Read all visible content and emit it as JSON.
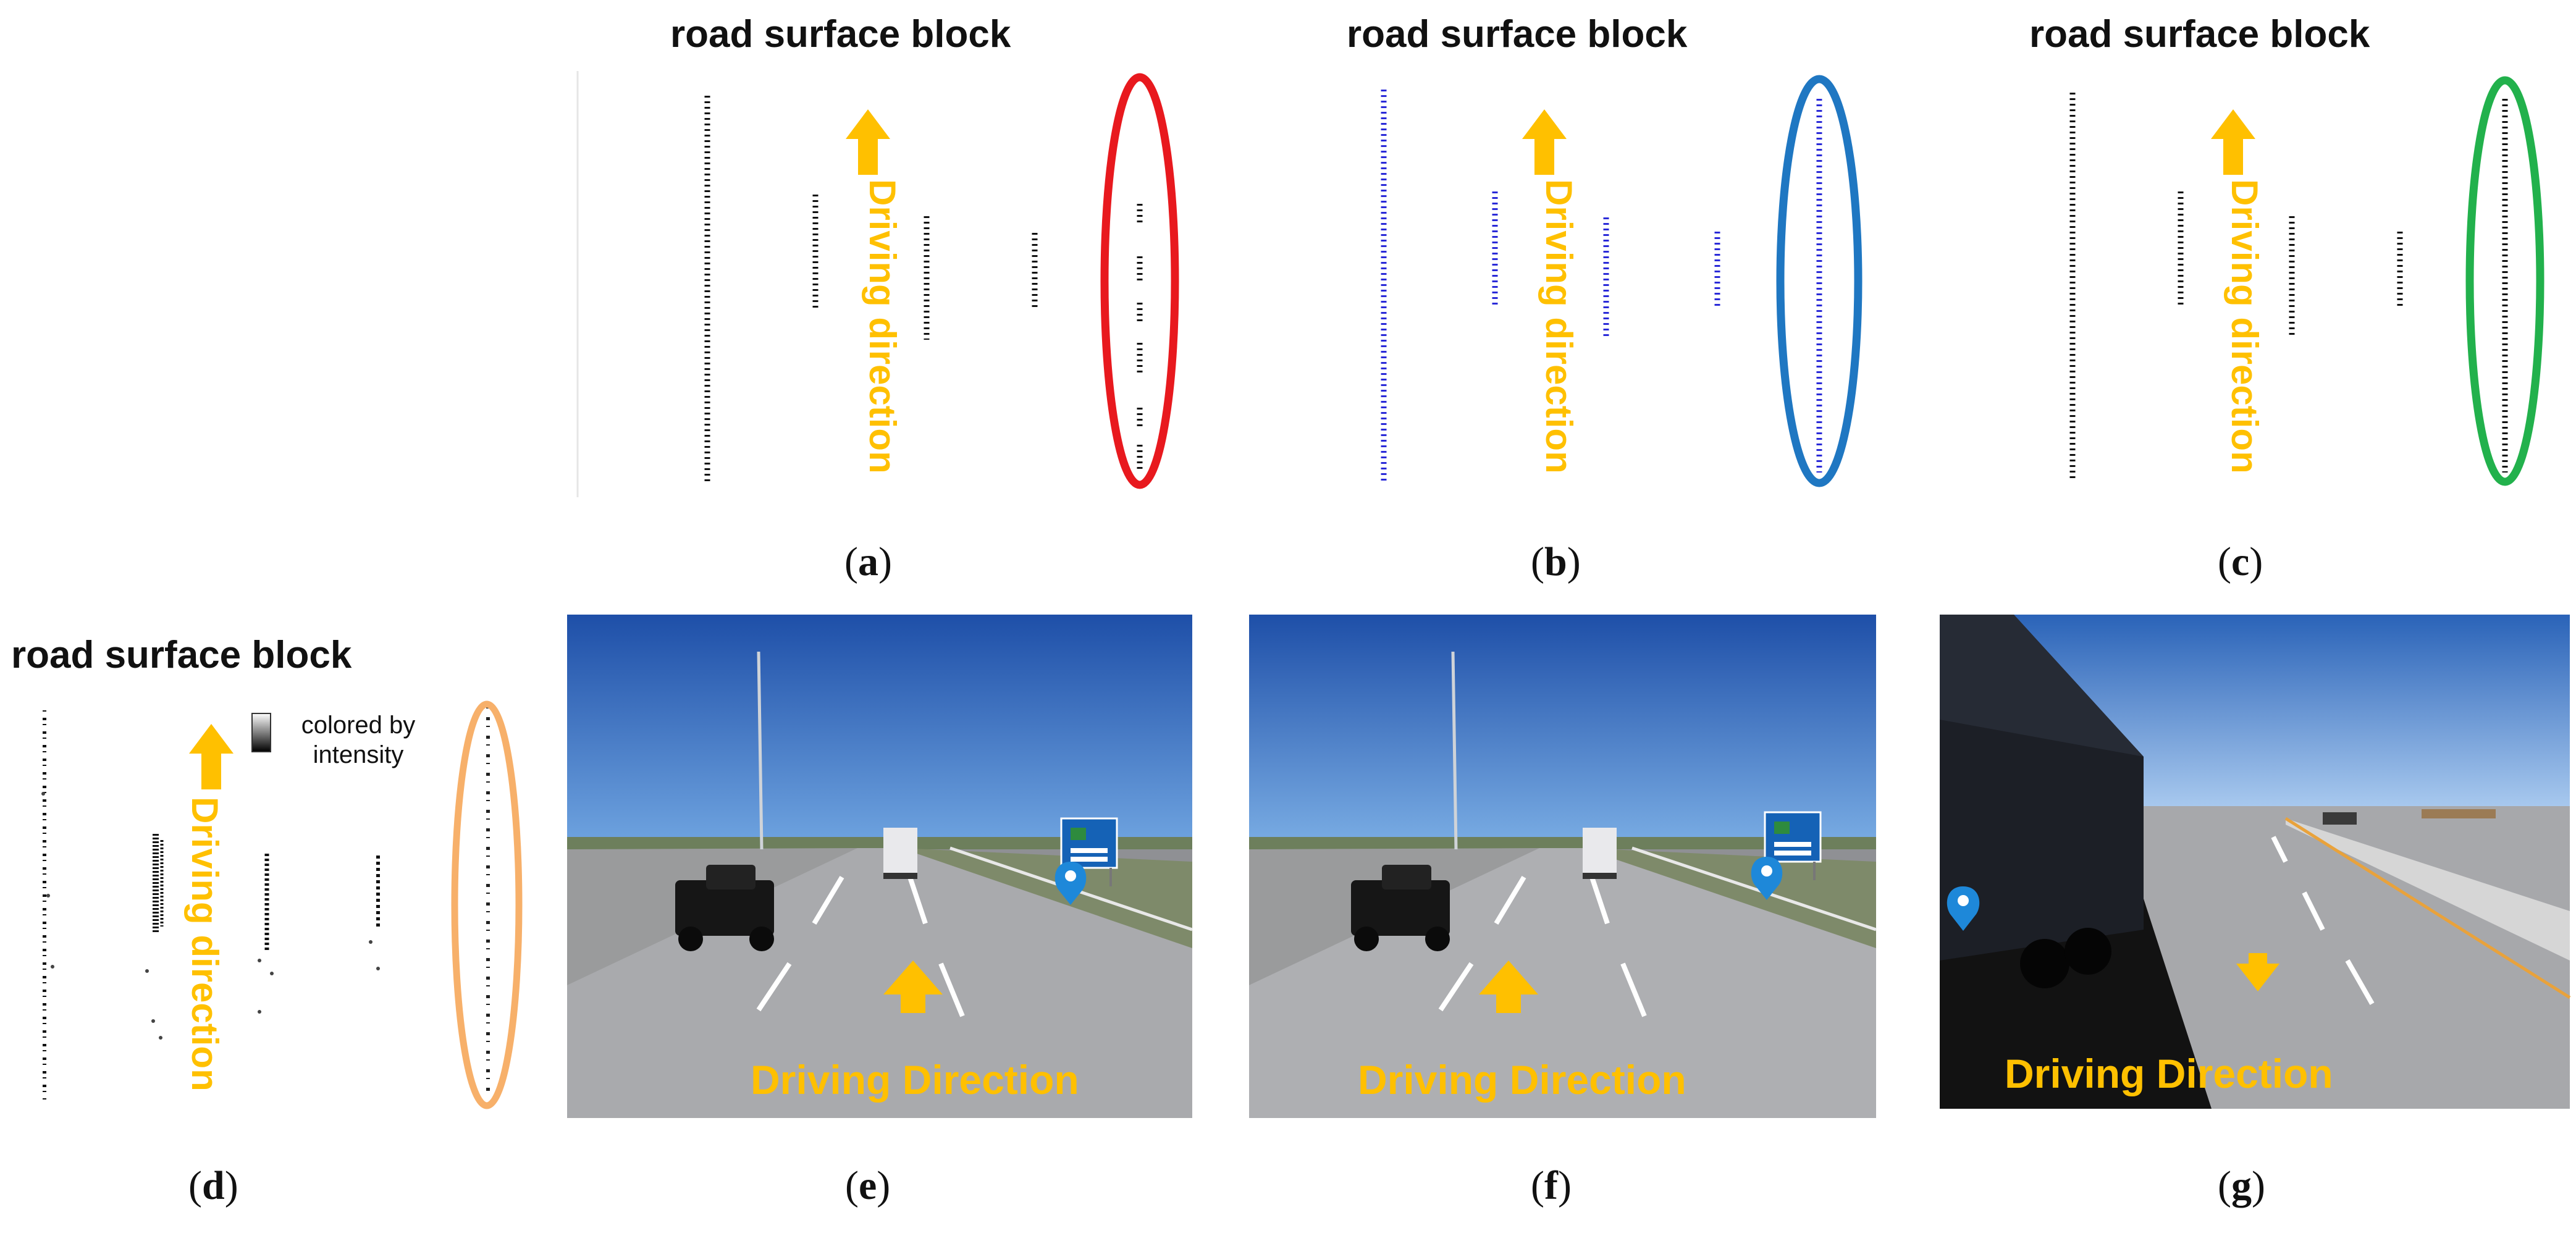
{
  "block_title": "road surface block",
  "driving_direction_vertical": "Driving direction",
  "driving_direction_photo": "Driving Direction",
  "intensity_legend": "colored by intensity",
  "captions": {
    "a": {
      "open": "(",
      "letter": "a",
      "close": ")"
    },
    "b": {
      "open": "(",
      "letter": "b",
      "close": ")"
    },
    "c": {
      "open": "(",
      "letter": "c",
      "close": ")"
    },
    "d": {
      "open": "(",
      "letter": "d",
      "close": ")"
    },
    "e": {
      "open": "(",
      "letter": "e",
      "close": ")"
    },
    "f": {
      "open": "(",
      "letter": "f",
      "close": ")"
    },
    "g": {
      "open": "(",
      "letter": "g",
      "close": ")"
    }
  },
  "colors": {
    "arrow": "#FFC000",
    "ellipse_a": "#E8191E",
    "ellipse_b": "#1F77C2",
    "ellipse_c": "#22B14C",
    "ellipse_d": "#F7B06A",
    "points_black": "#111111",
    "points_blue": "#2A2AD8",
    "pin": "#1E88D9"
  }
}
